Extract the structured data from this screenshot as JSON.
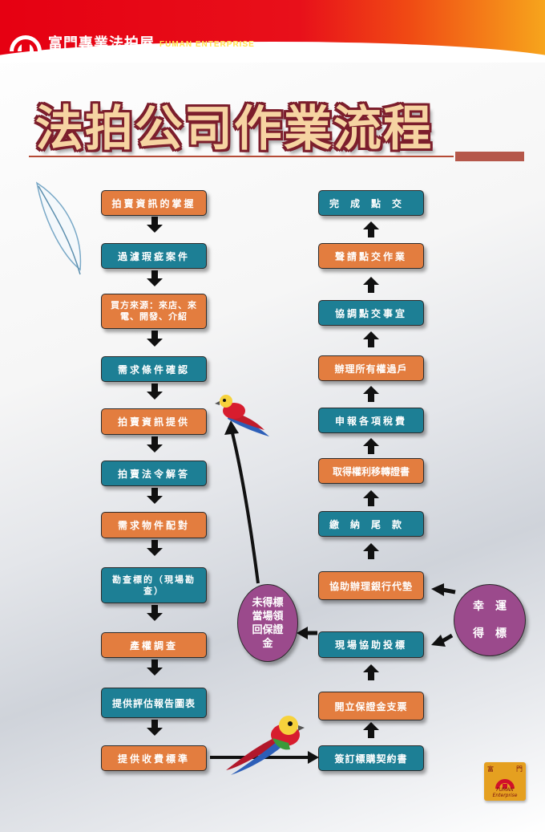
{
  "header": {
    "brand_cn": "富門專業法拍屋",
    "brand_en": "FUMAN ENTERPRISE"
  },
  "title": "法拍公司作業流程",
  "left_steps": [
    "拍賣資訊的掌握",
    "過濾瑕疵案件",
    "買方來源：來店、來電、開發、介紹",
    "需求條件確認",
    "拍賣資訊提供",
    "拍賣法令解答",
    "需求物件配對",
    "勘查標的（現場勘查）",
    "產權調查",
    "提供評估報告圖表",
    "提供收費標準"
  ],
  "right_steps": [
    "完成點交",
    "聲請點交作業",
    "協調點交事宜",
    "辦理所有權過戶",
    "申報各項稅費",
    "取得權利移轉證書",
    "繳納尾款",
    "協助辦理銀行代墊",
    "現場協助投標",
    "開立保證金支票",
    "簽訂標購契約書"
  ],
  "oval_fail": [
    "未得標",
    "當場領",
    "回保證",
    "金"
  ],
  "oval_win": [
    "幸　運",
    "得　標"
  ],
  "corner_logo": {
    "cn_left": "富",
    "cn_right": "門",
    "en": "FUMAN Enterprise"
  },
  "colors": {
    "orange": "#e37d3f",
    "teal": "#1d7f95",
    "purple": "#9b4a8c",
    "header_red": "#e60012"
  }
}
